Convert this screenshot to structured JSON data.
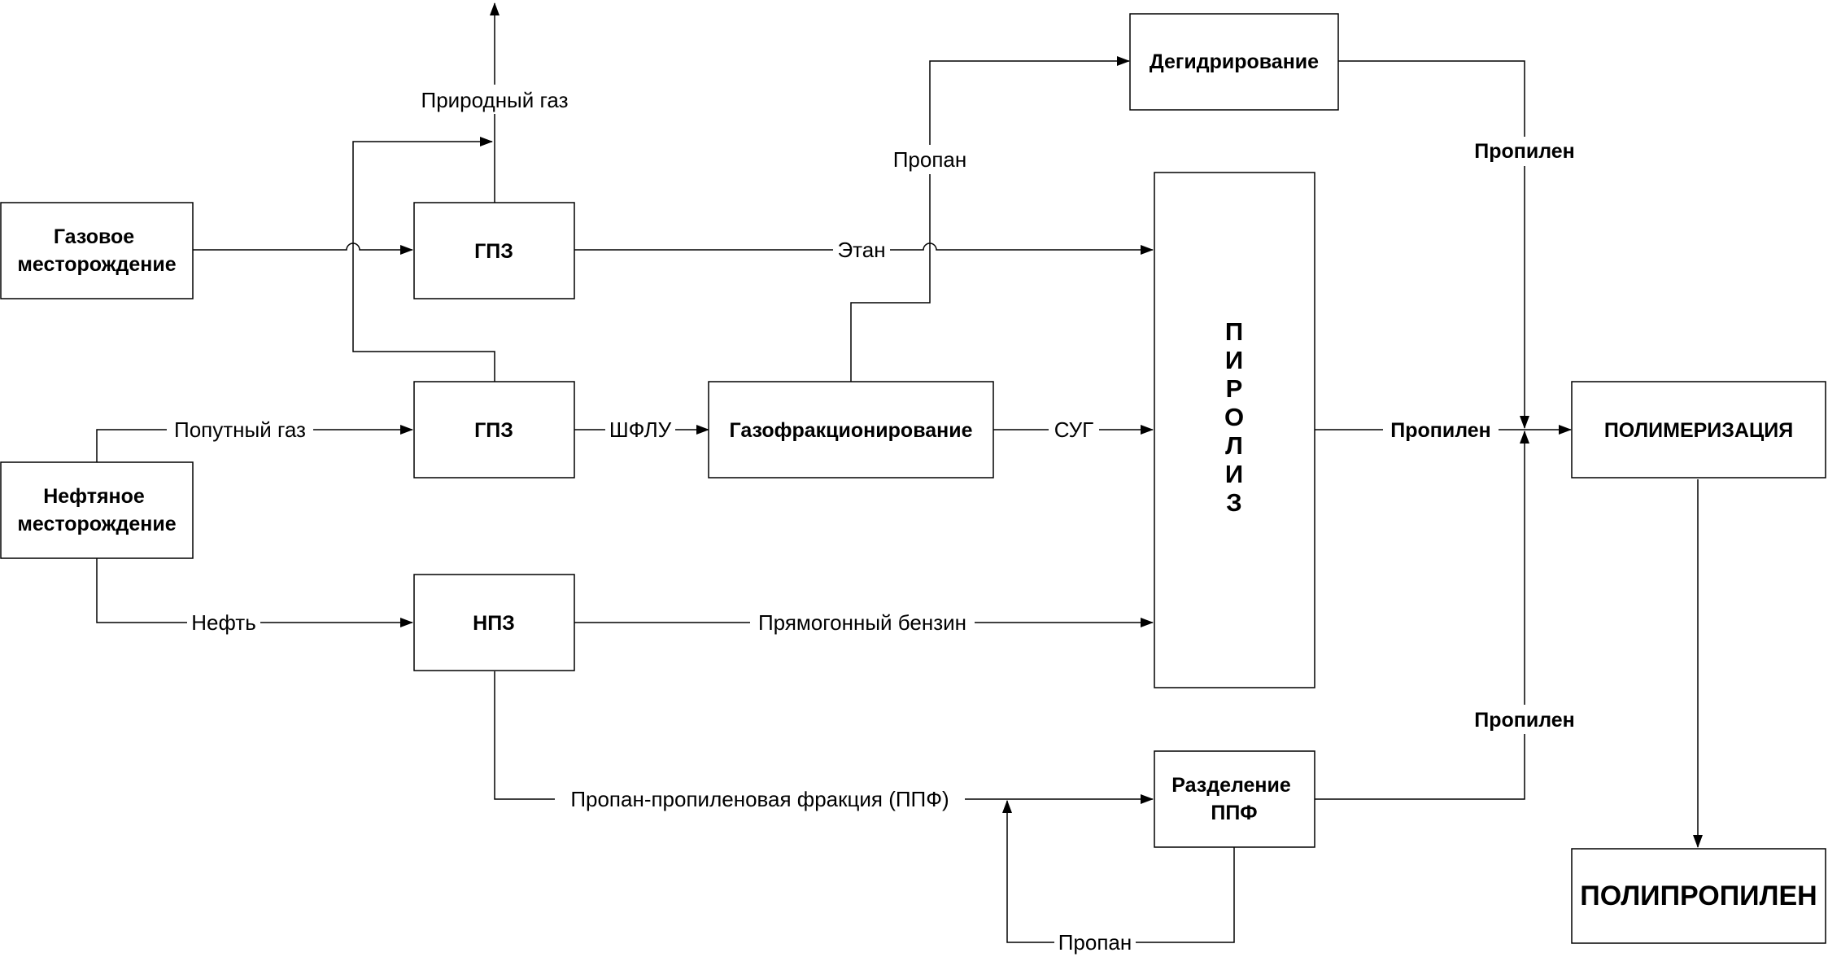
{
  "nodes": {
    "gas_field": "Газовое месторождение",
    "oil_field": "Нефтяное месторождение",
    "gpz_top": "ГПЗ",
    "gpz_mid": "ГПЗ",
    "npz": "НПЗ",
    "fractionation": "Газофракционирование",
    "dehydrogenation": "Дегидрирование",
    "pyrolysis": "ПИРОЛИЗ",
    "ppf_separation": "Разделение ППФ",
    "polymerization": "ПОЛИМЕРИЗАЦИЯ",
    "polypropylene": "ПОЛИПРОПИЛЕН"
  },
  "edges": {
    "natural_gas": "Природный газ",
    "associated_gas": "Попутный газ",
    "oil": "Нефть",
    "ethane": "Этан",
    "propane_top": "Пропан",
    "ngl": "ШФЛУ",
    "lpg": "СУГ",
    "straight_run_gasoline": "Прямогонный бензин",
    "ppf": "Пропан-пропиленовая фракция (ППФ)",
    "propane_recycle": "Пропан",
    "propylene_dehydro": "Пропилен",
    "propylene_pyro": "Пропилен",
    "propylene_ppf": "Пропилен"
  }
}
